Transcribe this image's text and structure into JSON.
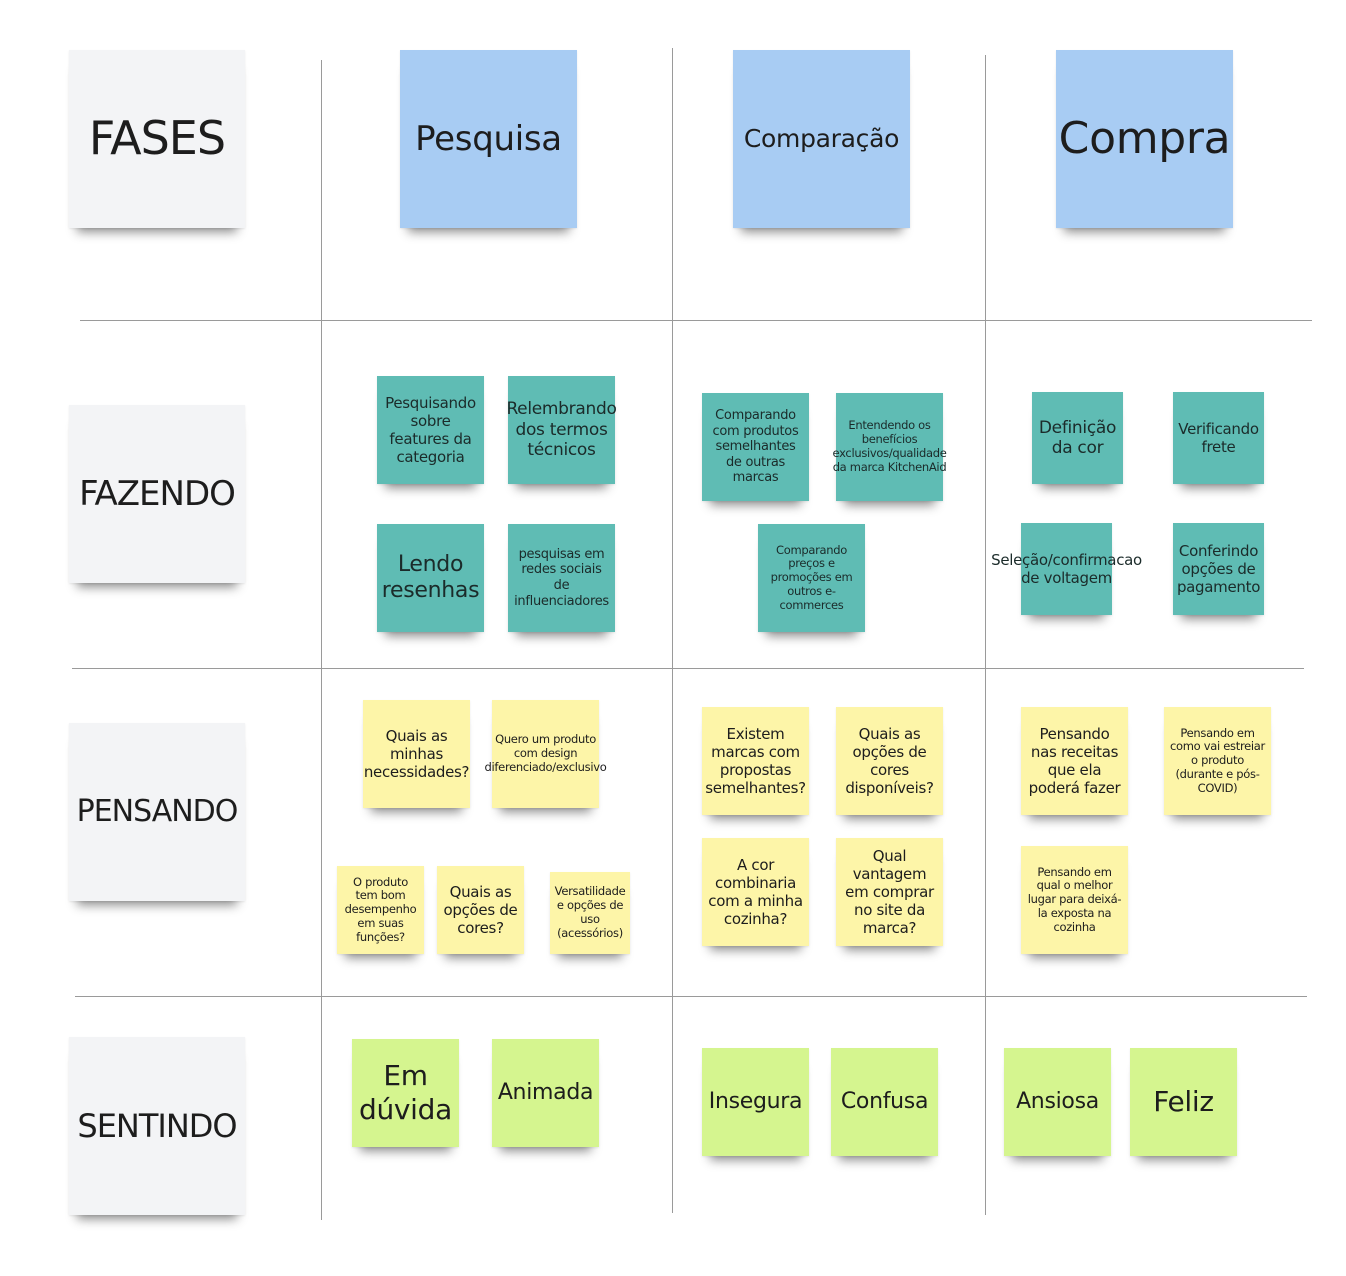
{
  "rows": {
    "fases": "FASES",
    "fazendo": "FAZENDO",
    "pensando": "PENSANDO",
    "sentindo": "SENTINDO"
  },
  "phases": {
    "pesquisa": "Pesquisa",
    "comparacao": "Comparação",
    "compra": "Compra"
  },
  "fazendo": {
    "pesquisa": [
      "Pesquisando sobre features da categoria",
      "Relembrando dos termos técnicos",
      "Lendo resenhas",
      "pesquisas em redes sociais de influenciadores"
    ],
    "comparacao": [
      "Comparando com produtos semelhantes de outras marcas",
      "Entendendo os benefícios exclusivos/qualidade da marca KitchenAid",
      "Comparando preços e promoções em outros e-commerces"
    ],
    "compra": [
      "Definição da cor",
      "Verificando frete",
      "Seleção/confirmacao de voltagem",
      "Conferindo opções de pagamento"
    ]
  },
  "pensando": {
    "pesquisa": [
      "Quais as minhas necessidades?",
      "Quero um produto com design diferenciado/exclusivo",
      "O produto tem bom desempenho em suas funções?",
      "Quais as opções de cores?",
      "Versatilidade e opções de uso (acessórios)"
    ],
    "comparacao": [
      "Existem marcas com propostas semelhantes?",
      "Quais as opções de cores disponíveis?",
      "A cor combinaria com a minha cozinha?",
      "Qual vantagem em comprar no site da marca?"
    ],
    "compra": [
      "Pensando nas receitas que ela poderá fazer",
      "Pensando em como vai estreiar o produto (durante e pós-COVID)",
      "Pensando em qual o melhor lugar para deixá-la exposta na cozinha"
    ]
  },
  "sentindo": {
    "pesquisa": [
      "Em dúvida",
      "Animada"
    ],
    "comparacao": [
      "Insegura",
      "Confusa"
    ],
    "compra": [
      "Ansiosa",
      "Feliz"
    ]
  },
  "colors": {
    "row_label": "#f3f4f6",
    "phase": "#a8ccf3",
    "fazendo": "#5fbcb4",
    "pensando": "#fdf5a8",
    "sentindo": "#d5f58f"
  }
}
